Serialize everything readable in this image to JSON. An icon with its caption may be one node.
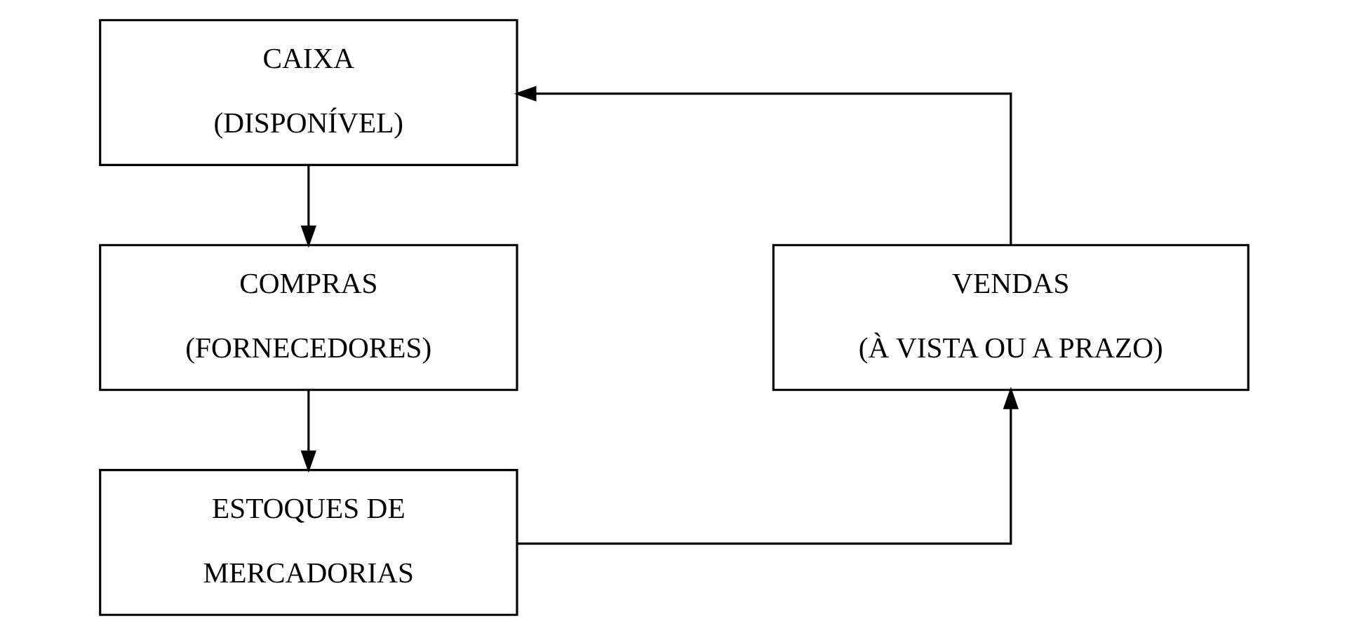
{
  "diagram": {
    "nodes": [
      {
        "text": [
          "CAIXA",
          "(DISPONÍVEL)"
        ]
      },
      {
        "text": [
          "VENDAS",
          "(À VISTA OU A PRAZO)"
        ]
      },
      {
        "text": [
          "COMPRAS",
          "(FORNECEDORES)"
        ]
      },
      {
        "text": [
          "ESTOQUES DE",
          "MERCADORIAS"
        ]
      }
    ],
    "edges": [
      {
        "from": 0,
        "to": 2,
        "arrow": "to"
      },
      {
        "from": 2,
        "to": 3,
        "arrow": "to"
      },
      {
        "from": 3,
        "to": 1,
        "arrow": "to"
      },
      {
        "from": 1,
        "to": 0,
        "arrow": "to"
      }
    ]
  }
}
